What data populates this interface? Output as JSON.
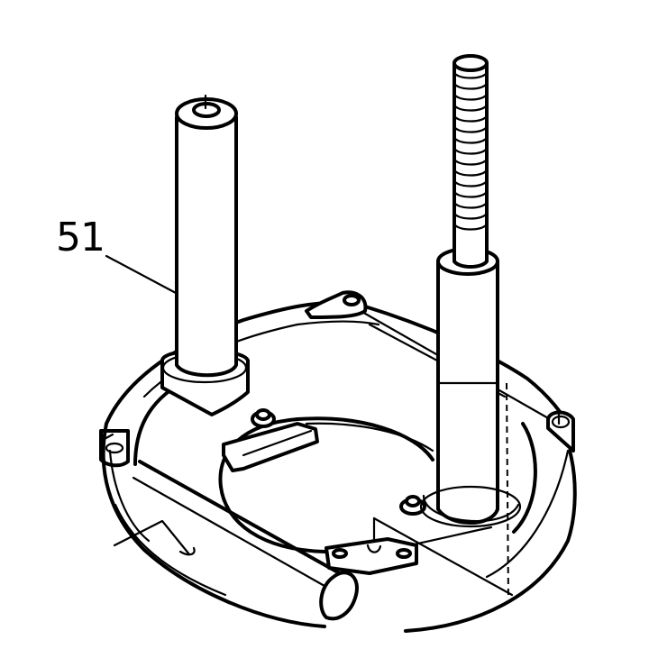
{
  "diagram": {
    "type": "exploded-parts-line-drawing",
    "subject": "router base plate with two guide columns",
    "callouts": [
      {
        "label": "51",
        "points_to": "left guide column"
      }
    ],
    "colors": {
      "line": "#000000",
      "background": "#ffffff"
    }
  }
}
